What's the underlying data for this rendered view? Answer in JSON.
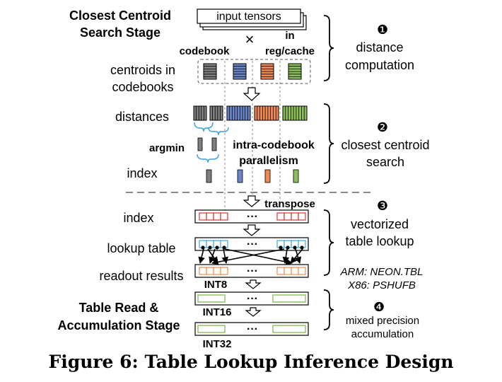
{
  "stages": {
    "search": [
      "Closest Centroid",
      "Search Stage"
    ],
    "accumulate": [
      "Table Read &",
      "Accumulation Stage"
    ]
  },
  "labels": {
    "input_tensors": "input tensors",
    "times": "×",
    "in_reg": [
      "in",
      "reg/cache"
    ],
    "codebook": "codebook",
    "centroids": [
      "centroids in",
      "codebooks"
    ],
    "distances": "distances",
    "argmin": "argmin",
    "intra": [
      "intra-codebook",
      "parallelism"
    ],
    "index_top": "index",
    "transpose": "transpose",
    "index_mid": "index",
    "lookup_table": "lookup table",
    "readout": "readout results",
    "int8": "INT8",
    "int16": "INT16",
    "int32": "INT32",
    "ellipsis": "···"
  },
  "steps": {
    "s1": {
      "num": "❶",
      "text": [
        "distance",
        "computation"
      ]
    },
    "s2": {
      "num": "❷",
      "text": [
        "closest centroid",
        "search"
      ]
    },
    "s3": {
      "num": "❸",
      "text": [
        "vectorized",
        "table lookup"
      ]
    },
    "s4": {
      "num": "❹",
      "text": [
        "mixed precision",
        "accumulation"
      ]
    }
  },
  "isa": [
    "ARM: NEON.TBL",
    "X86: PSHUFB"
  ],
  "caption": "Figure 6: Table Lookup Inference Design",
  "colors": {
    "gray": "#7f7f7f",
    "blue": "#6b86c8",
    "orange": "#ee8a4f",
    "green": "#8cbf5a",
    "red": "#e03030",
    "cyan": "#3aa8e0"
  }
}
